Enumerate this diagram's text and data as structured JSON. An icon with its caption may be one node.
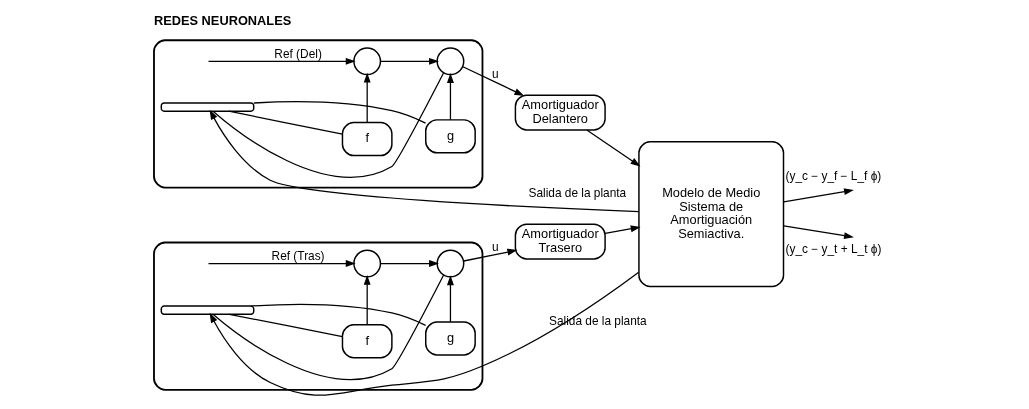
{
  "diagram": {
    "title": "REDES NEURONALES",
    "nodes": [
      {
        "text": [],
        "shape": "box"
      },
      {
        "text": [],
        "shape": "circle",
        "in": 0
      },
      {
        "text": [],
        "shape": "circle",
        "in": 0
      },
      {
        "text": [
          "f"
        ],
        "in": 0
      },
      {
        "text": [
          "g"
        ],
        "in": 0
      },
      {
        "text": [],
        "shape": "bar",
        "in": 0
      },
      {
        "text": [
          "Amortiguador Delantero"
        ]
      },
      {
        "text": [],
        "shape": "box"
      },
      {
        "text": [],
        "shape": "circle",
        "in": 7
      },
      {
        "text": [],
        "shape": "circle",
        "in": 7
      },
      {
        "text": [
          "f"
        ],
        "in": 7
      },
      {
        "text": [
          "g"
        ],
        "in": 7
      },
      {
        "text": [],
        "shape": "bar",
        "in": 7
      },
      {
        "text": [
          "Amortiguador Trasero"
        ]
      },
      {
        "text": [
          "Modelo de Medio Sistema de Amortiguación Semiactiva."
        ]
      }
    ],
    "edges": [
      {
        "from": null,
        "to": 1,
        "arrow": "to",
        "label": "Ref (Del)"
      },
      {
        "from": 1,
        "to": 2,
        "arrow": "to"
      },
      {
        "from": 5,
        "to": 3,
        "arrow": "none"
      },
      {
        "from": 3,
        "to": 1,
        "arrow": "to"
      },
      {
        "from": 5,
        "to": 4,
        "arrow": "none"
      },
      {
        "from": 4,
        "to": 2,
        "arrow": "to"
      },
      {
        "from": 2,
        "to": 5,
        "arrow": "none"
      },
      {
        "from": 2,
        "to": 6,
        "arrow": "to",
        "label": "u"
      },
      {
        "from": null,
        "to": 8,
        "arrow": "to",
        "label": "Ref (Tras)"
      },
      {
        "from": 8,
        "to": 9,
        "arrow": "to"
      },
      {
        "from": 12,
        "to": 10,
        "arrow": "none"
      },
      {
        "from": 10,
        "to": 8,
        "arrow": "to"
      },
      {
        "from": 12,
        "to": 11,
        "arrow": "none"
      },
      {
        "from": 11,
        "to": 9,
        "arrow": "to"
      },
      {
        "from": 9,
        "to": 12,
        "arrow": "none"
      },
      {
        "from": 9,
        "to": 13,
        "arrow": "to",
        "label": "u"
      },
      {
        "from": 6,
        "to": 14,
        "arrow": "to"
      },
      {
        "from": 13,
        "to": 14,
        "arrow": "to"
      },
      {
        "from": 14,
        "to": null,
        "arrow": "to",
        "label": "(y_c − y_f − L_f ϕ)"
      },
      {
        "from": 14,
        "to": null,
        "arrow": "to",
        "label": "(y_c − y_t + L_t ϕ)"
      },
      {
        "from": 14,
        "to": 5,
        "arrow": "to",
        "label": "Salida de la planta"
      },
      {
        "from": 14,
        "to": 12,
        "arrow": "to",
        "label": "Salida de la planta"
      }
    ]
  }
}
